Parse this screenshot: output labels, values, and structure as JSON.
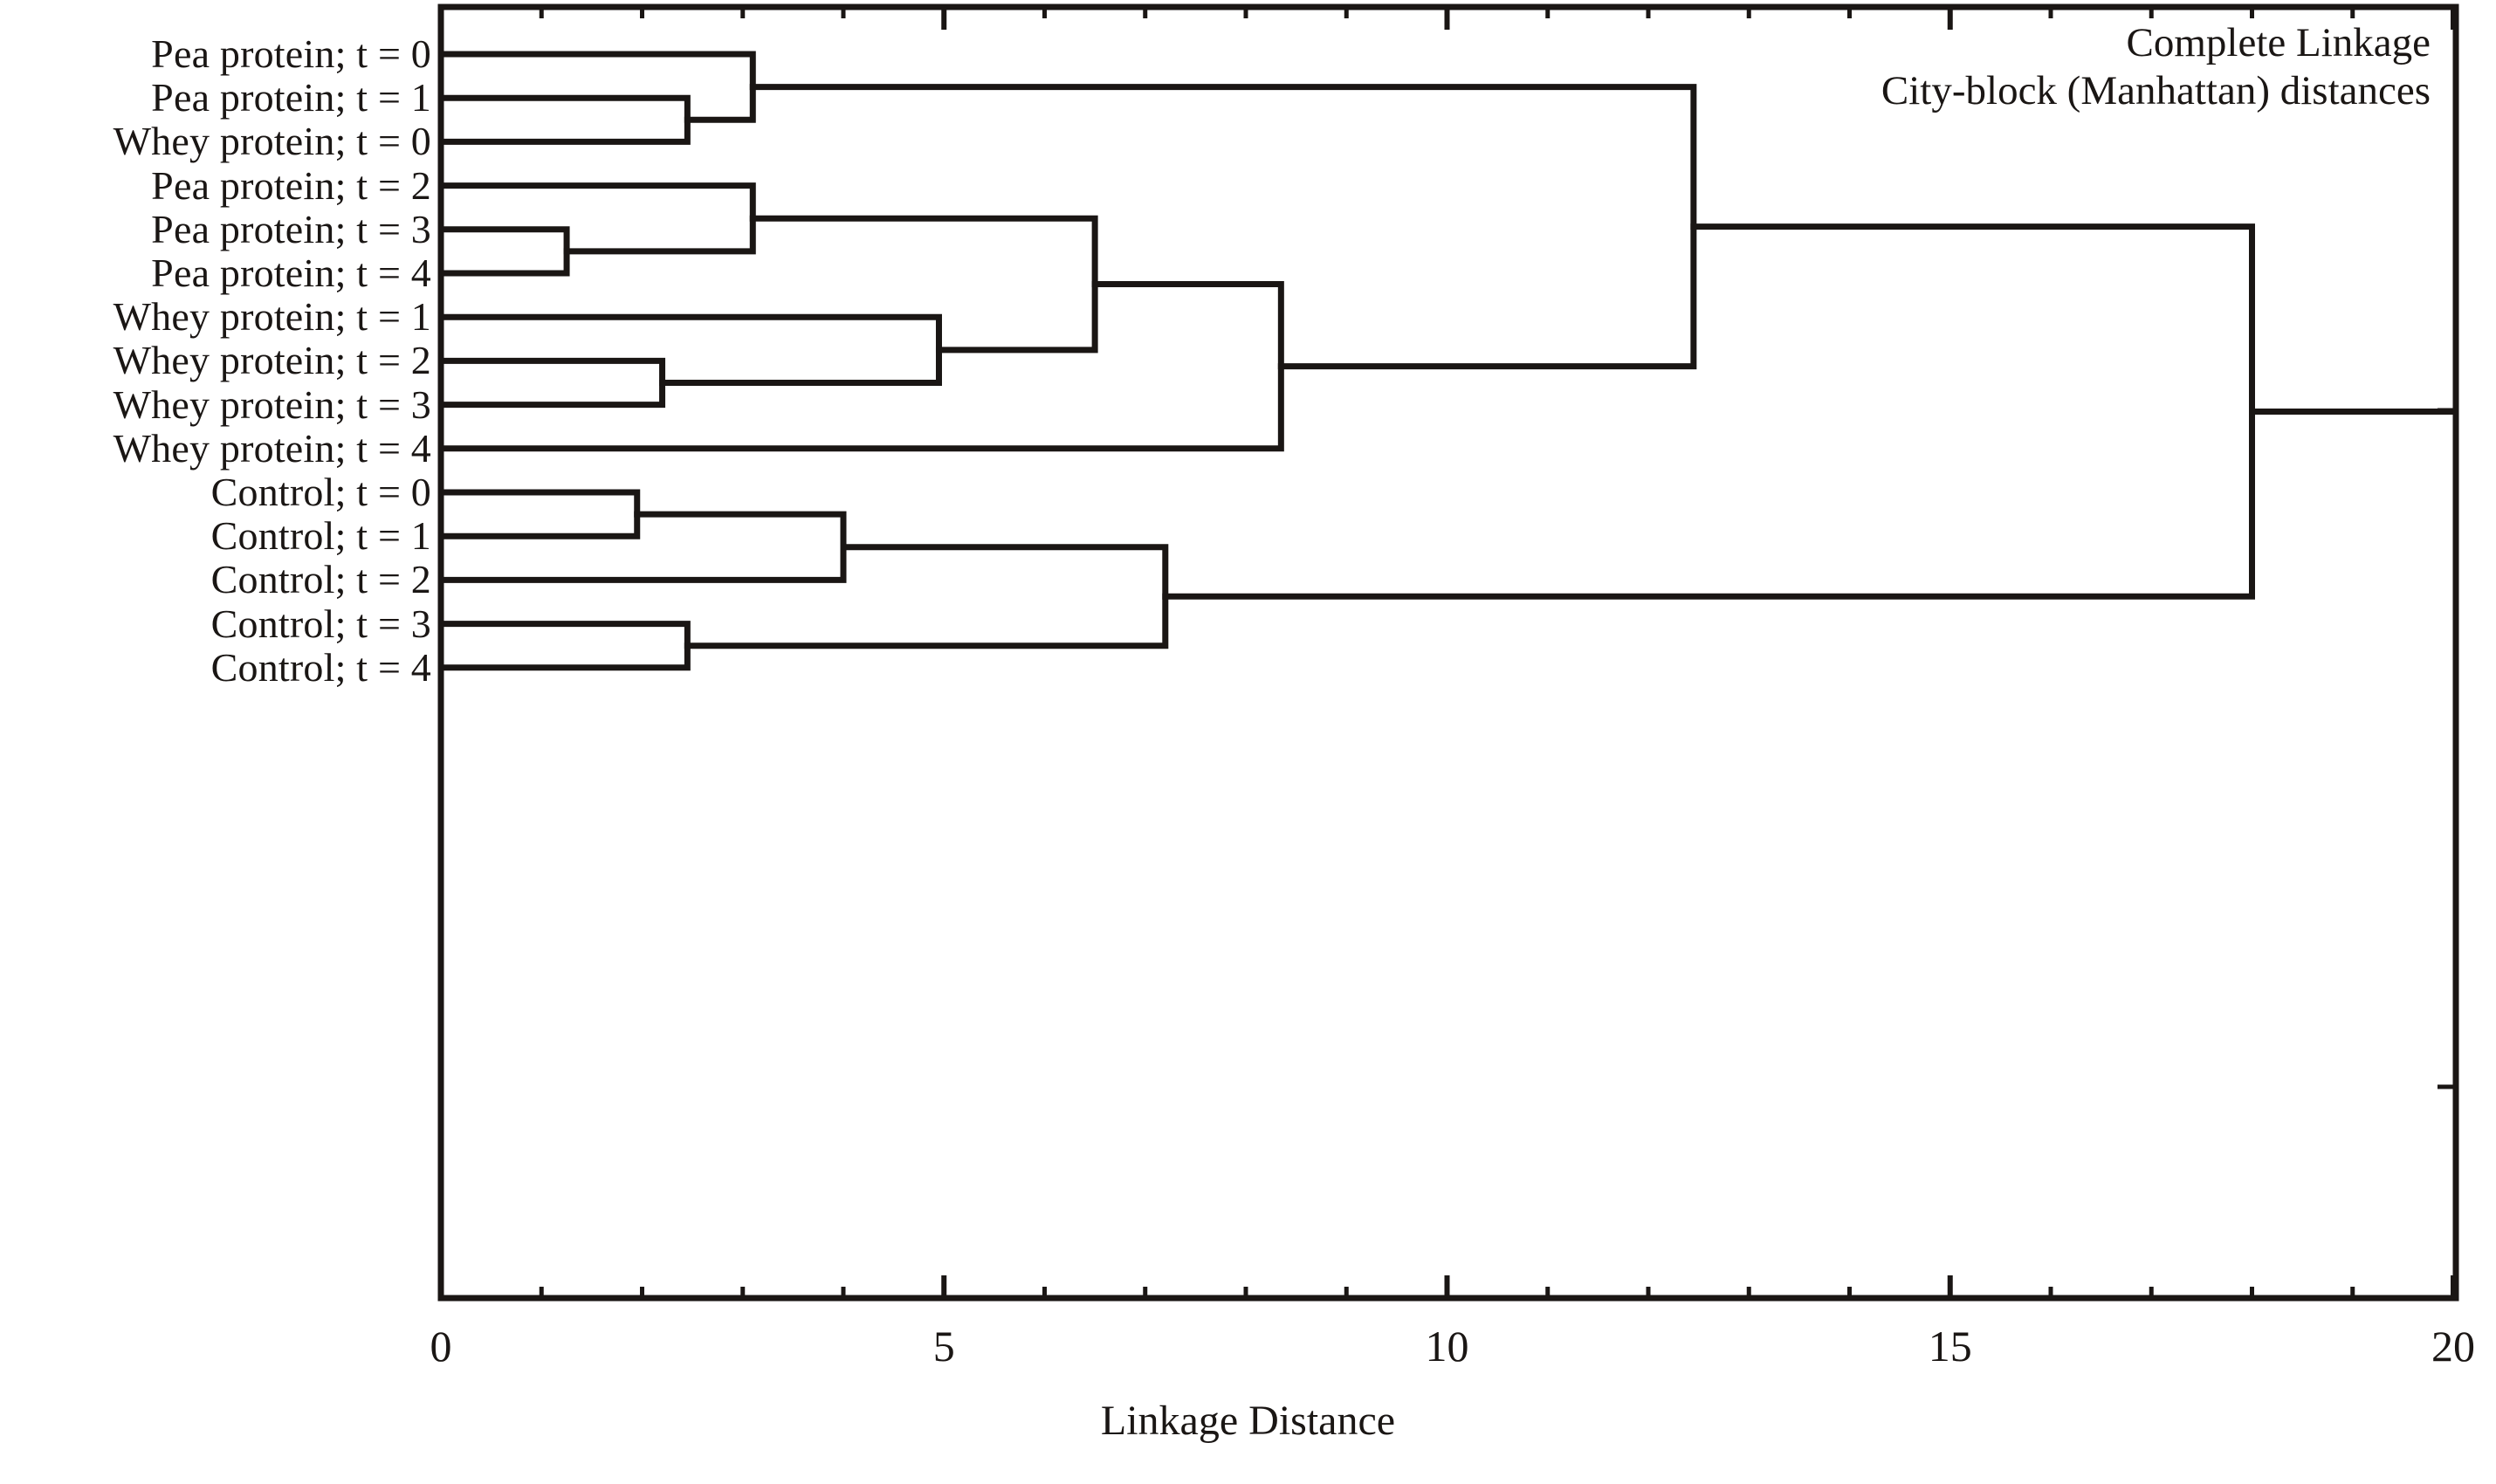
{
  "annotation": {
    "line1": "Complete Linkage",
    "line2": "City-block (Manhattan) distances"
  },
  "axis": {
    "title": "Linkage Distance",
    "tick_labels": [
      "0",
      "5",
      "10",
      "15",
      "20"
    ]
  },
  "chart_data": {
    "type": "dendrogram",
    "title": "Complete Linkage",
    "subtitle": "City-block (Manhattan) distances",
    "xlabel": "Linkage Distance",
    "ylabel": "",
    "xlim": [
      0,
      20
    ],
    "xticks": [
      0,
      5,
      10,
      15,
      20
    ],
    "minor_tick_step": 1,
    "grid": false,
    "orientation": "horizontal-left-to-right",
    "linkage_method": "complete",
    "distance_metric": "city-block (Manhattan)",
    "leaves": [
      "Pea protein; t = 0",
      "Pea protein; t = 1",
      "Whey protein; t = 0",
      "Pea protein; t = 2",
      "Pea protein; t = 3",
      "Pea protein; t = 4",
      "Whey protein; t = 1",
      "Whey protein; t = 2",
      "Whey protein; t = 3",
      "Whey protein; t = 4",
      "Control; t = 0",
      "Control; t = 1",
      "Control; t = 2",
      "Control; t = 3",
      "Control; t = 4"
    ],
    "merges": [
      {
        "id": "m1",
        "left": "Pea protein; t = 1",
        "right": "Whey protein; t = 0",
        "distance": 2.45
      },
      {
        "id": "m2",
        "left": "Pea protein; t = 0",
        "right": "m1",
        "distance": 3.1
      },
      {
        "id": "m3",
        "left": "Pea protein; t = 3",
        "right": "Pea protein; t = 4",
        "distance": 1.25
      },
      {
        "id": "m4",
        "left": "Pea protein; t = 2",
        "right": "m3",
        "distance": 3.1
      },
      {
        "id": "m5",
        "left": "Whey protein; t = 2",
        "right": "Whey protein; t = 3",
        "distance": 2.2
      },
      {
        "id": "m6",
        "left": "Whey protein; t = 1",
        "right": "m5",
        "distance": 4.95
      },
      {
        "id": "m7",
        "left": "m4",
        "right": "m6",
        "distance": 6.5
      },
      {
        "id": "m8",
        "left": "m7",
        "right": "Whey protein; t = 4",
        "distance": 8.35
      },
      {
        "id": "m9",
        "left": "m2",
        "right": "m8",
        "distance": 12.45
      },
      {
        "id": "m10",
        "left": "Control; t = 0",
        "right": "Control; t = 1",
        "distance": 1.95
      },
      {
        "id": "m11",
        "left": "m10",
        "right": "Control; t = 2",
        "distance": 4.0
      },
      {
        "id": "m12",
        "left": "Control; t = 3",
        "right": "Control; t = 4",
        "distance": 2.45
      },
      {
        "id": "m13",
        "left": "m11",
        "right": "m12",
        "distance": 7.2
      },
      {
        "id": "m14",
        "left": "m9",
        "right": "m13",
        "distance": 18.0
      }
    ]
  },
  "colors": {
    "line": "#1a1614",
    "background": "#ffffff"
  }
}
